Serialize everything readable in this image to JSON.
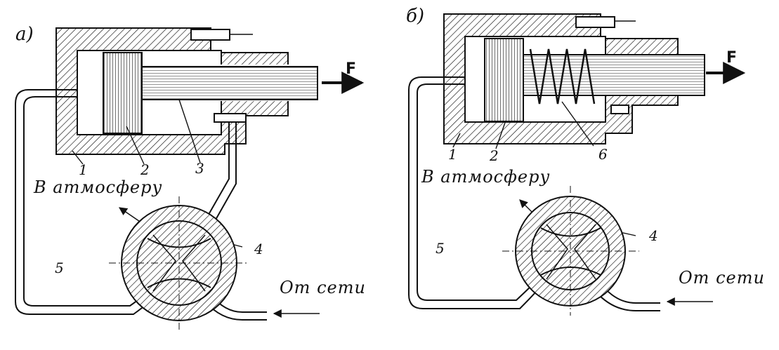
{
  "panels": [
    {
      "letter": "a)",
      "force": "F",
      "parts": [
        "1",
        "2",
        "3",
        "4",
        "5"
      ],
      "to_atmosphere": "В атмосферу",
      "from_network": "От сети"
    },
    {
      "letter": "б)",
      "force": "F",
      "parts": [
        "1",
        "2",
        "6",
        "4",
        "5"
      ],
      "to_atmosphere": "В атмосферу",
      "from_network": "От сети"
    }
  ],
  "colors": {
    "ink": "#111111",
    "paper": "#ffffff"
  }
}
